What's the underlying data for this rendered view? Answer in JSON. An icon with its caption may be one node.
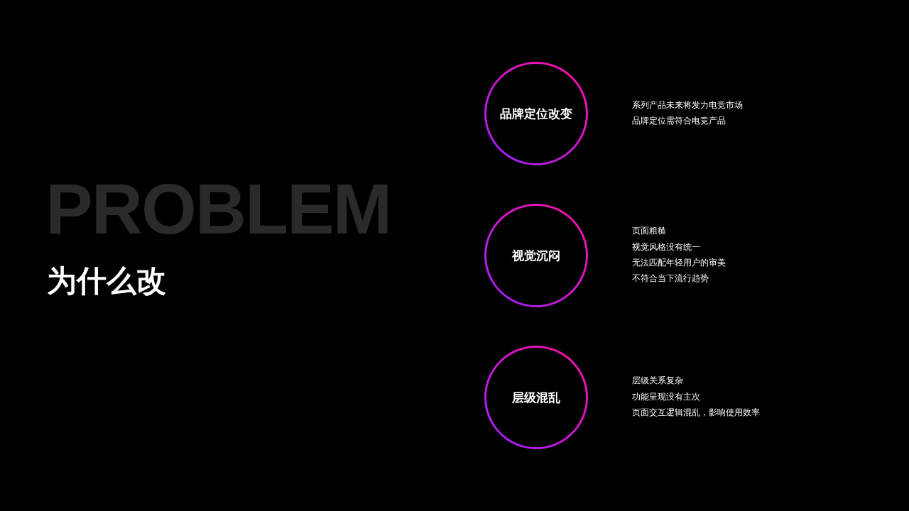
{
  "diagram": {
    "title": "PROBLEM",
    "nodes": [
      {
        "text": [
          "品牌定位改变"
        ],
        "beside": [
          "系列产品未来将发力电竞市场",
          "品牌定位需符合电竞产品"
        ]
      },
      {
        "text": [
          "视觉沉闷"
        ],
        "beside": [
          "页面粗糙",
          "视觉风格没有统一",
          "无法匹配年轻用户的审美",
          "不符合当下流行趋势"
        ]
      },
      {
        "text": [
          "层级混乱"
        ],
        "beside": [
          "层级关系复杂",
          "功能呈现没有主次",
          "页面交互逻辑混乱，影响使用效率"
        ]
      }
    ],
    "labels": [
      "为什么改"
    ]
  }
}
